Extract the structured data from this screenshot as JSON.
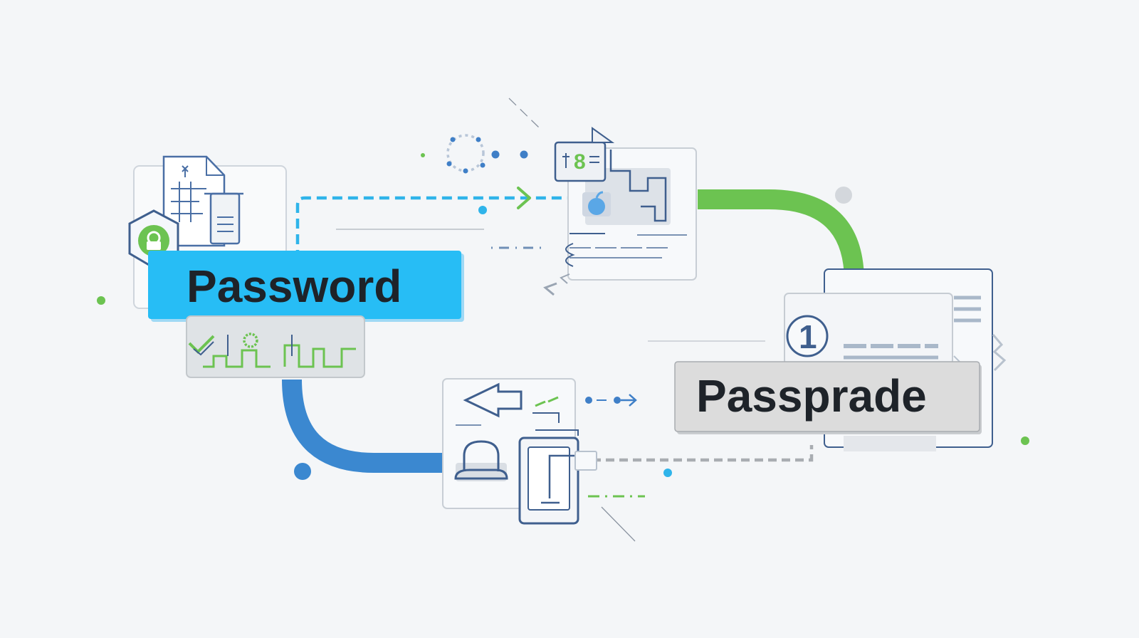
{
  "labels": {
    "password": "Password",
    "passprade": "Passprade"
  },
  "badges": {
    "number_card_digit": "8",
    "step_number": "1"
  },
  "icons": {
    "shield": "shield-lock-icon",
    "document": "document-icon",
    "phone": "phone-icon",
    "arrow_back": "arrow-left-icon",
    "user": "user-icon",
    "apple": "apple-icon"
  },
  "colors": {
    "background": "#f4f6f8",
    "password_label": "#27bdf5",
    "password_text": "#1e2329",
    "passprade_label": "#dcdcdc",
    "passprade_text": "#1e2329",
    "green_connector": "#6cc351",
    "blue_connector": "#3b88d0",
    "dashed_blue": "#2fb4ea",
    "dashed_gray": "#a9adb2",
    "line_dark": "#3f5f8e"
  }
}
